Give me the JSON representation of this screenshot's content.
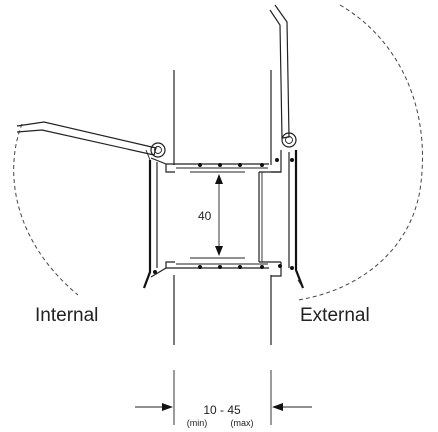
{
  "labels": {
    "internal": "Internal",
    "external": "External",
    "gap_height": "40",
    "range": "10 - 45",
    "range_min": "(min)",
    "range_max": "(max)"
  }
}
